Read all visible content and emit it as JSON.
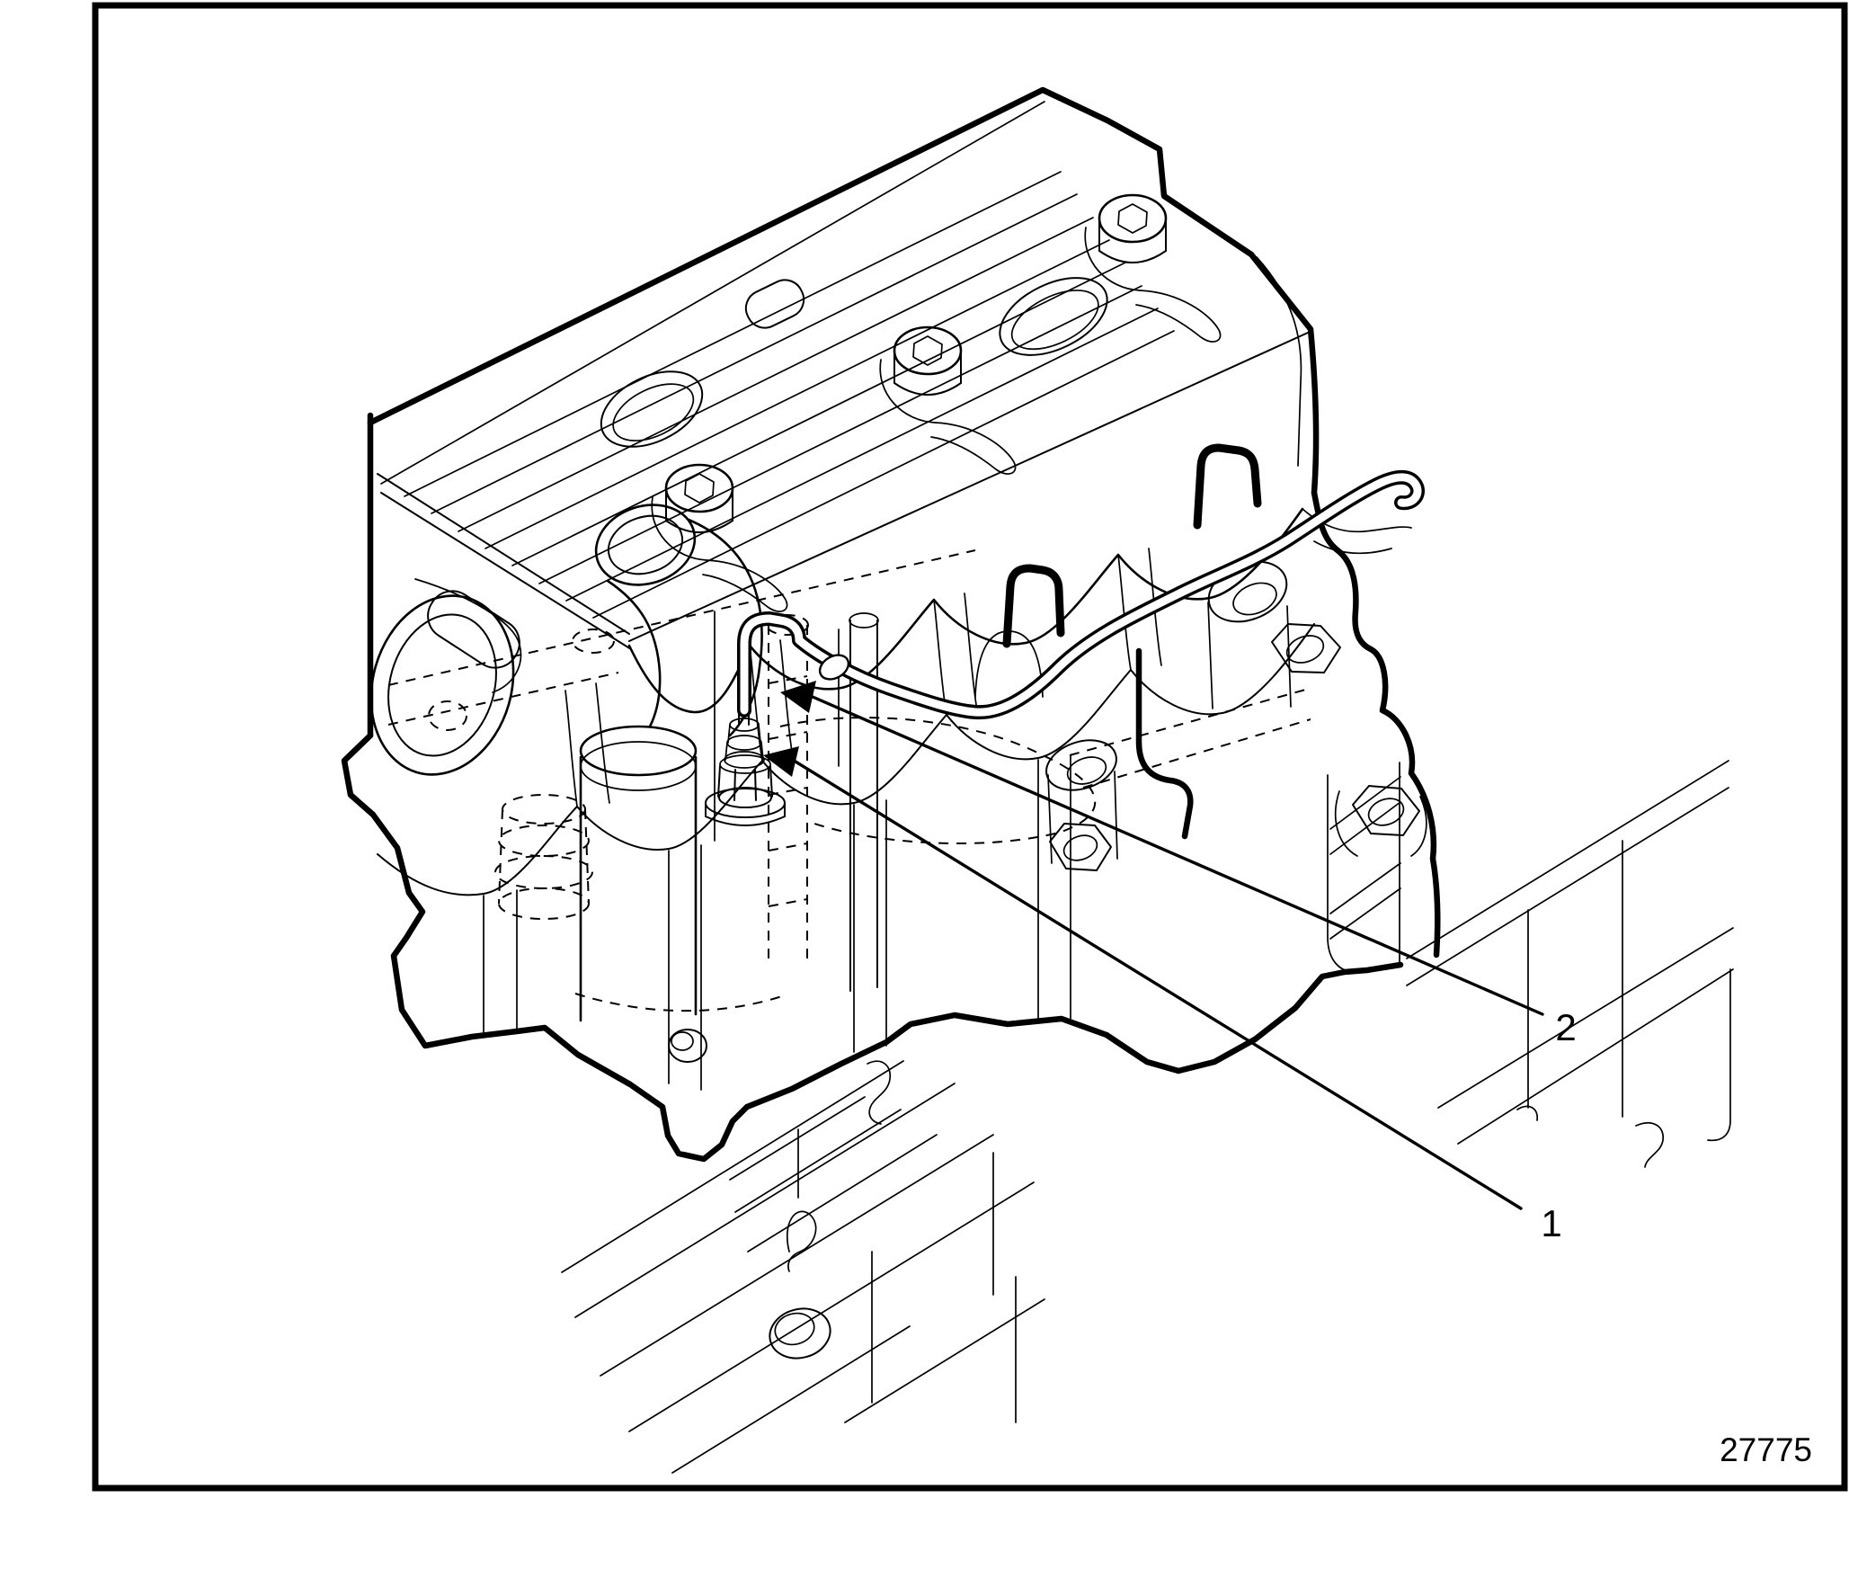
{
  "page": {
    "background_color": "#ffffff",
    "line_color": "#000000"
  },
  "figure": {
    "figure_number": "27775",
    "callouts": [
      {
        "label": "2"
      },
      {
        "label": "1"
      }
    ]
  }
}
